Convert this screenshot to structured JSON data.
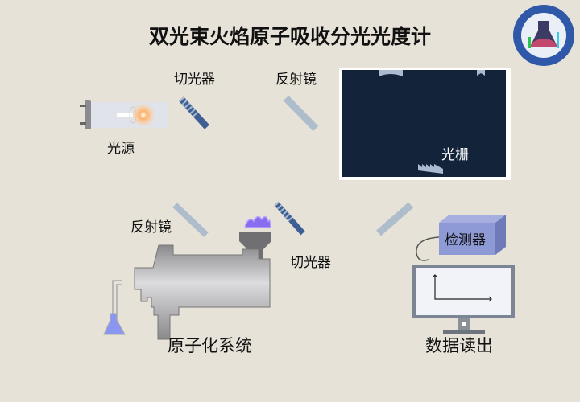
{
  "title": "双光束火焰原子吸收分光光度计",
  "labels": {
    "chopper_top": "切光器",
    "mirror_top": "反射镜",
    "light_source": "光源",
    "grating": "光栅",
    "mirror_bottom": "反射镜",
    "chopper_bottom": "切光器",
    "atomizer": "原子化系统",
    "detector": "检测器",
    "readout": "数据读出"
  },
  "colors": {
    "background": "#e7e2d8",
    "monochromator": "#13233a",
    "optics": "#a9bccf",
    "chopper": "#3f5f94",
    "flame": "#8a6cf0",
    "detector": "#8e9ad6"
  }
}
